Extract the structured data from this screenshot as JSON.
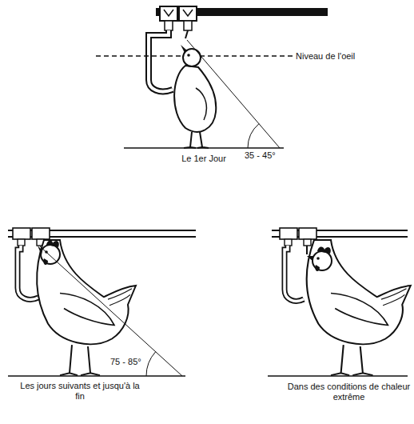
{
  "diagram": {
    "labels": [
      "Niveau de l'oeil",
      "35 - 45°",
      "Le 1er Jour",
      "75 - 85°",
      "Les jours suivants et jusqu'à la fin",
      "Dans des conditions de chaleur extrême"
    ]
  }
}
